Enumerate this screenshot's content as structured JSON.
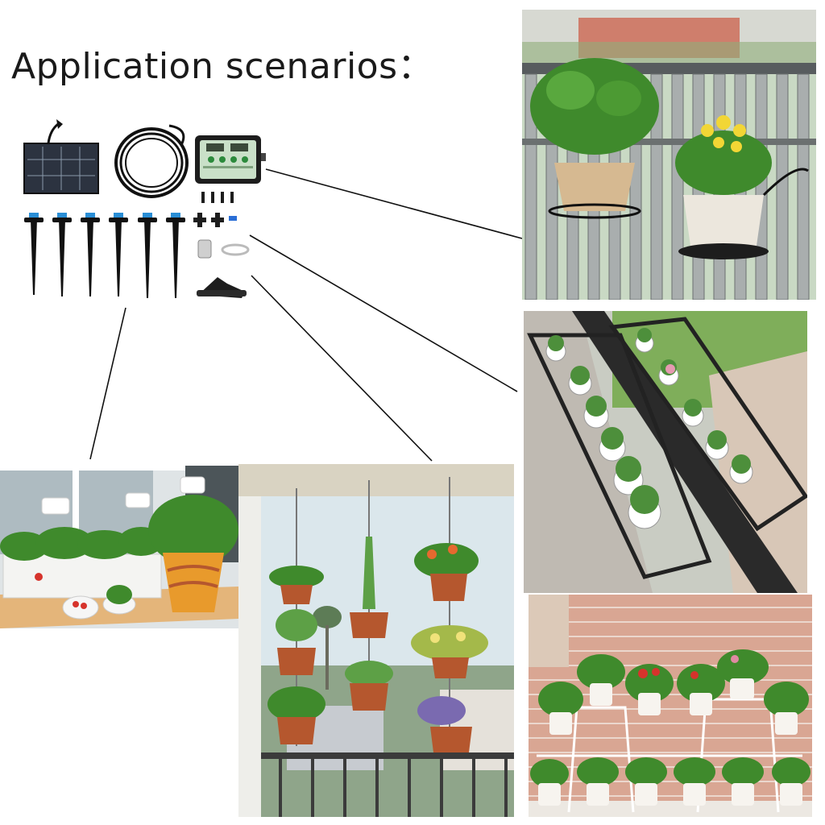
{
  "header": {
    "title": "Application scenarios："
  },
  "product": {
    "components": [
      "solar-panel",
      "water-hose",
      "controller",
      "drip-stakes",
      "tee-connectors",
      "water-filter",
      "usb-cable",
      "hose-cutter"
    ]
  },
  "scenes": [
    {
      "name": "balcony-railing-pots"
    },
    {
      "name": "railing-planter-box"
    },
    {
      "name": "windowsill-planters"
    },
    {
      "name": "hanging-pots"
    },
    {
      "name": "plant-stand"
    }
  ],
  "colors": {
    "text": "#1a1a1a",
    "leaf": "#3f8a2c",
    "pot": "#b5572e",
    "sky": "#dbe7ec",
    "brick": "#d9a693"
  }
}
